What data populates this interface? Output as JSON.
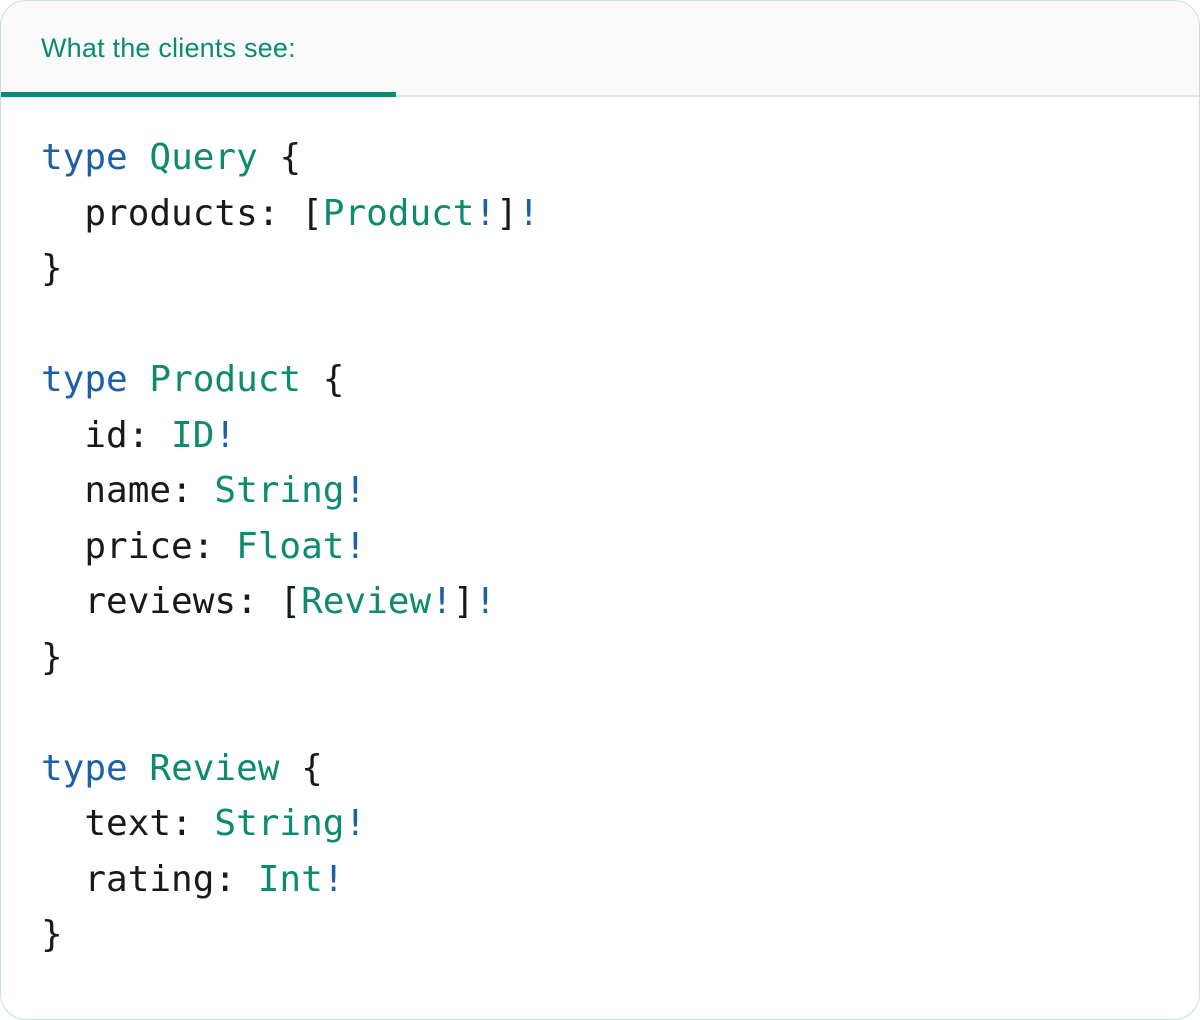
{
  "panel": {
    "tab": {
      "label": "What the clients see:",
      "active": true
    }
  },
  "colors": {
    "accent-green": "#0E8A6E",
    "keyword-blue": "#1B5FA5",
    "code-text": "#17191D",
    "tabbar-bg": "#FAFAFA",
    "tab-border": "#E3E3E3",
    "panel-border": "#C7E0D2",
    "panel-bg": "#FFFFFF"
  },
  "code": {
    "language": "graphql",
    "lines": [
      [
        {
          "t": "type",
          "c": "kw"
        },
        {
          "t": " ",
          "c": "pl"
        },
        {
          "t": "Query",
          "c": "ty"
        },
        {
          "t": " {",
          "c": "pl"
        }
      ],
      [
        {
          "t": "  products: [",
          "c": "pl"
        },
        {
          "t": "Product",
          "c": "ty"
        },
        {
          "t": "!",
          "c": "kw"
        },
        {
          "t": "]",
          "c": "pl"
        },
        {
          "t": "!",
          "c": "kw"
        }
      ],
      [
        {
          "t": "}",
          "c": "pl"
        }
      ],
      [],
      [
        {
          "t": "type",
          "c": "kw"
        },
        {
          "t": " ",
          "c": "pl"
        },
        {
          "t": "Product",
          "c": "ty"
        },
        {
          "t": " {",
          "c": "pl"
        }
      ],
      [
        {
          "t": "  id: ",
          "c": "pl"
        },
        {
          "t": "ID",
          "c": "ty"
        },
        {
          "t": "!",
          "c": "kw"
        }
      ],
      [
        {
          "t": "  name: ",
          "c": "pl"
        },
        {
          "t": "String",
          "c": "ty"
        },
        {
          "t": "!",
          "c": "kw"
        }
      ],
      [
        {
          "t": "  price: ",
          "c": "pl"
        },
        {
          "t": "Float",
          "c": "ty"
        },
        {
          "t": "!",
          "c": "kw"
        }
      ],
      [
        {
          "t": "  reviews: [",
          "c": "pl"
        },
        {
          "t": "Review",
          "c": "ty"
        },
        {
          "t": "!",
          "c": "kw"
        },
        {
          "t": "]",
          "c": "pl"
        },
        {
          "t": "!",
          "c": "kw"
        }
      ],
      [
        {
          "t": "}",
          "c": "pl"
        }
      ],
      [],
      [
        {
          "t": "type",
          "c": "kw"
        },
        {
          "t": " ",
          "c": "pl"
        },
        {
          "t": "Review",
          "c": "ty"
        },
        {
          "t": " {",
          "c": "pl"
        }
      ],
      [
        {
          "t": "  text: ",
          "c": "pl"
        },
        {
          "t": "String",
          "c": "ty"
        },
        {
          "t": "!",
          "c": "kw"
        }
      ],
      [
        {
          "t": "  rating: ",
          "c": "pl"
        },
        {
          "t": "Int",
          "c": "ty"
        },
        {
          "t": "!",
          "c": "kw"
        }
      ],
      [
        {
          "t": "}",
          "c": "pl"
        }
      ]
    ]
  }
}
